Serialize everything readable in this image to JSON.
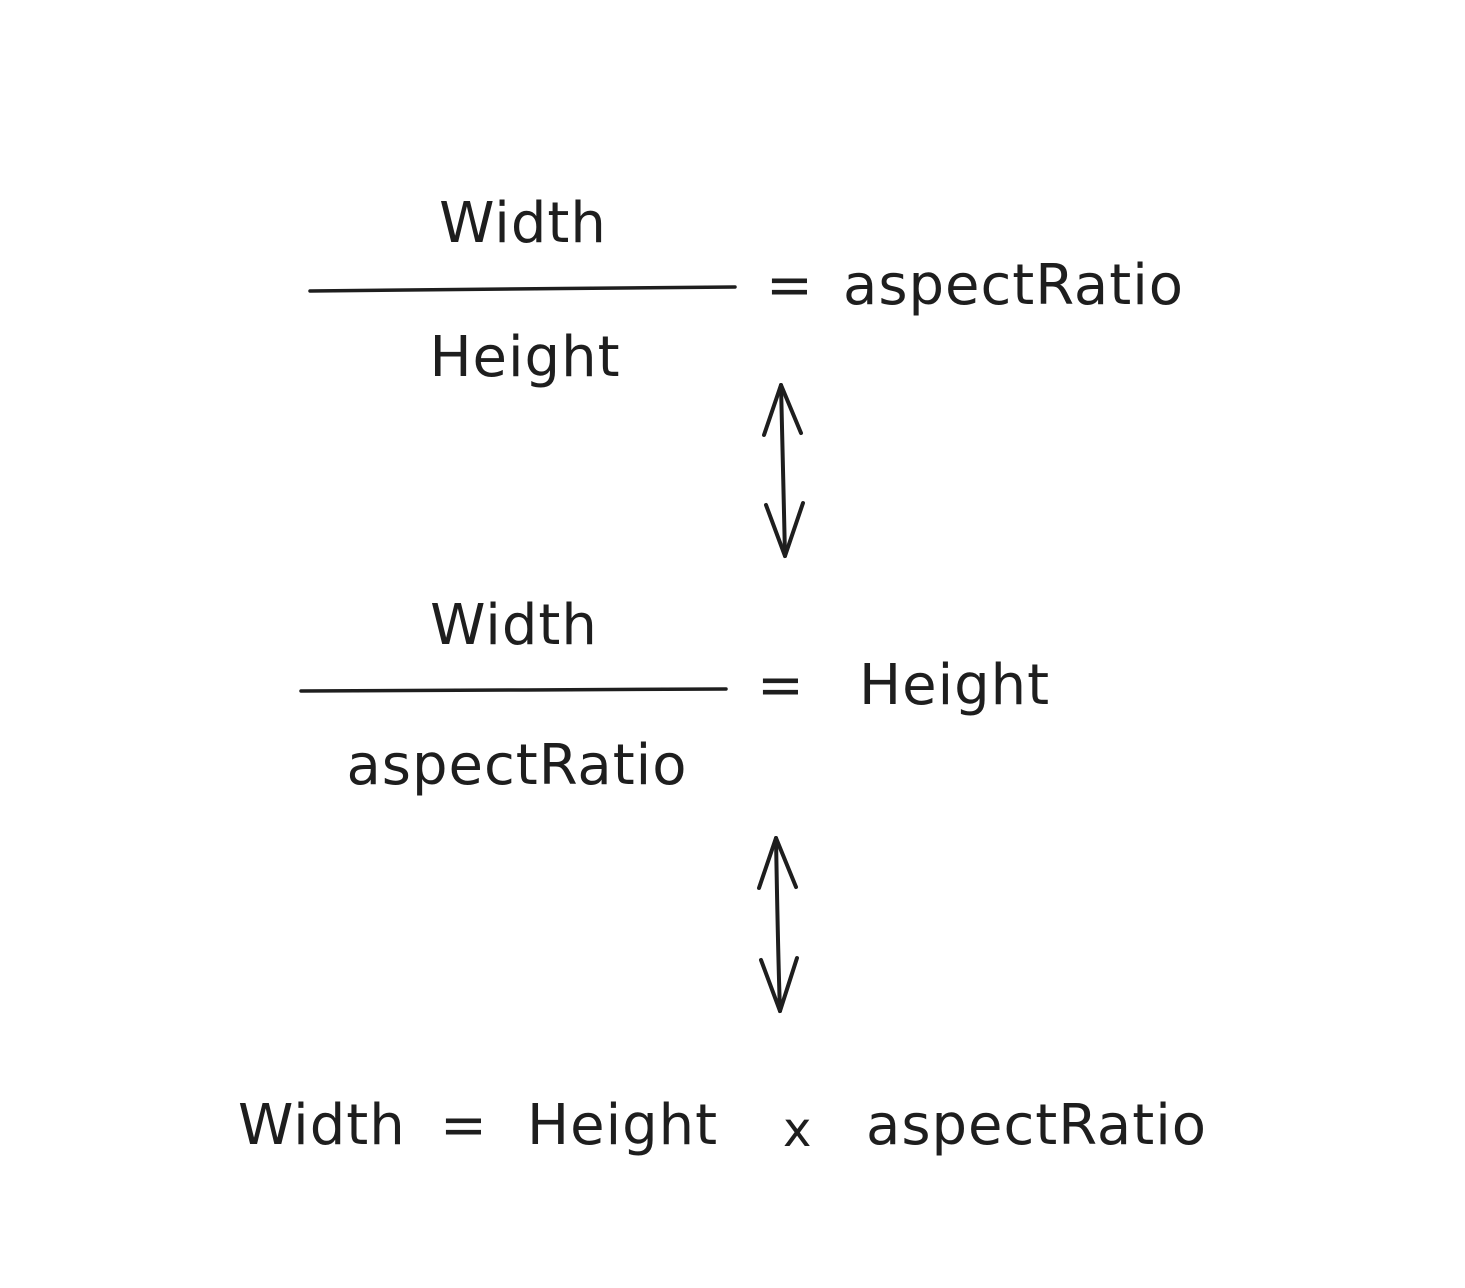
{
  "equation1": {
    "numerator": "Width",
    "denominator": "Height",
    "equals": "=",
    "result": "aspectRatio"
  },
  "equation2": {
    "numerator": "Width",
    "denominator": "aspectRatio",
    "equals": "=",
    "result": "Height"
  },
  "equation3": {
    "lhs": "Width",
    "equals": "=",
    "term1": "Height",
    "operator": "x",
    "term2": "aspectRatio"
  },
  "stroke_color": "#1e1e1e",
  "background_color": "#ffffff",
  "icons": [
    "double-arrow-icon",
    "double-arrow-icon"
  ]
}
